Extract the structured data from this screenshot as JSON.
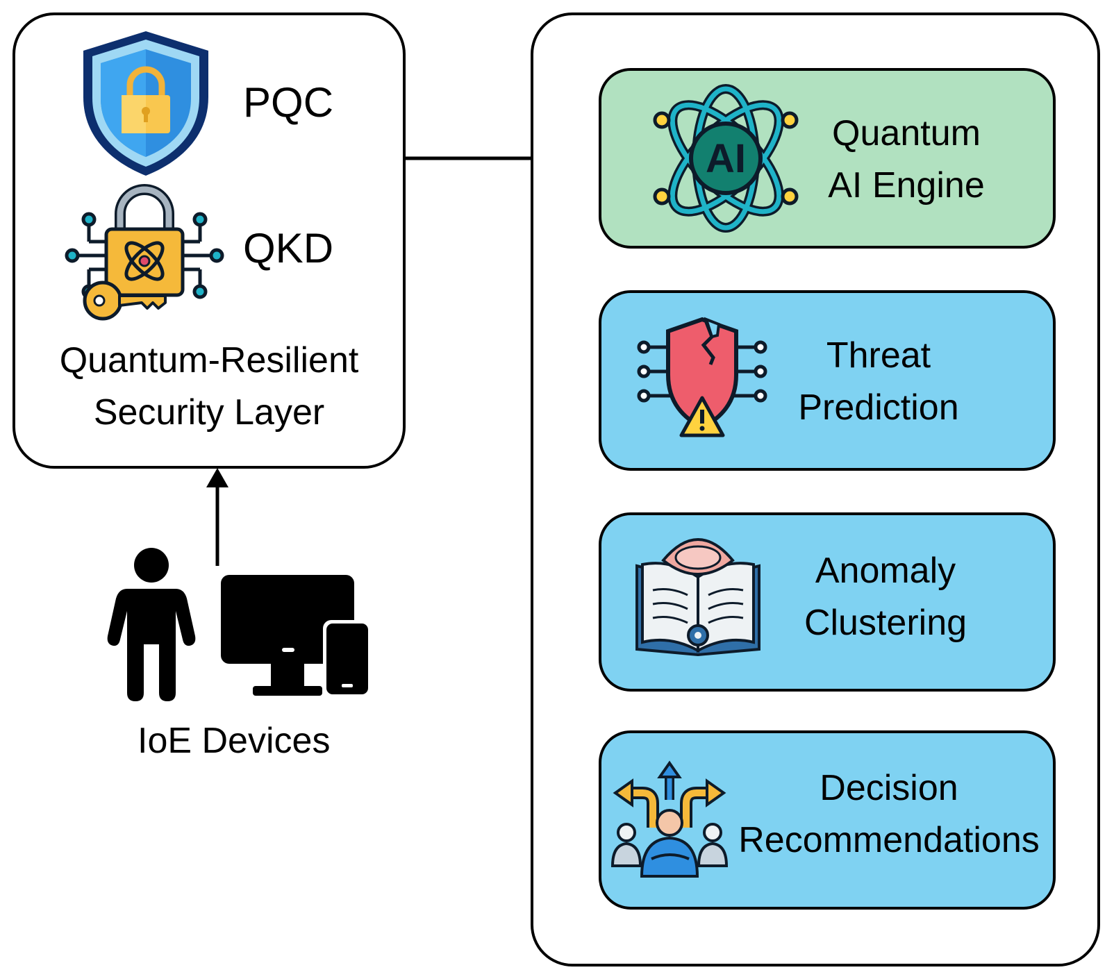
{
  "security_layer": {
    "pqc_label": "PQC",
    "qkd_label": "QKD",
    "title_line1": "Quantum-Resilient",
    "title_line2": "Security Layer",
    "pqc_icon": "shield-lock-icon",
    "qkd_icon": "circuit-padlock-key-icon"
  },
  "devices": {
    "label": "IoE Devices",
    "person_icon": "person-icon",
    "monitor_icon": "desktop-monitor-icon",
    "phone_icon": "mobile-phone-icon"
  },
  "pipeline": {
    "stages": [
      {
        "line1": "Quantum",
        "line2": "AI Engine",
        "icon": "atom-ai-icon",
        "icon_text": "AI",
        "color": "#b1e1c0"
      },
      {
        "line1": "Threat",
        "line2": "Prediction",
        "icon": "broken-shield-warning-icon",
        "color": "#7fd2f2"
      },
      {
        "line1": "Anomaly",
        "line2": "Clustering",
        "icon": "open-book-eye-icon",
        "color": "#7fd2f2"
      },
      {
        "line1": "Decision",
        "line2": "Recommendations",
        "icon": "decision-arrows-person-icon",
        "color": "#7fd2f2"
      }
    ]
  },
  "colors": {
    "stroke": "#000000",
    "engine_fill": "#b1e1c0",
    "stage_fill": "#7fd2f2"
  }
}
